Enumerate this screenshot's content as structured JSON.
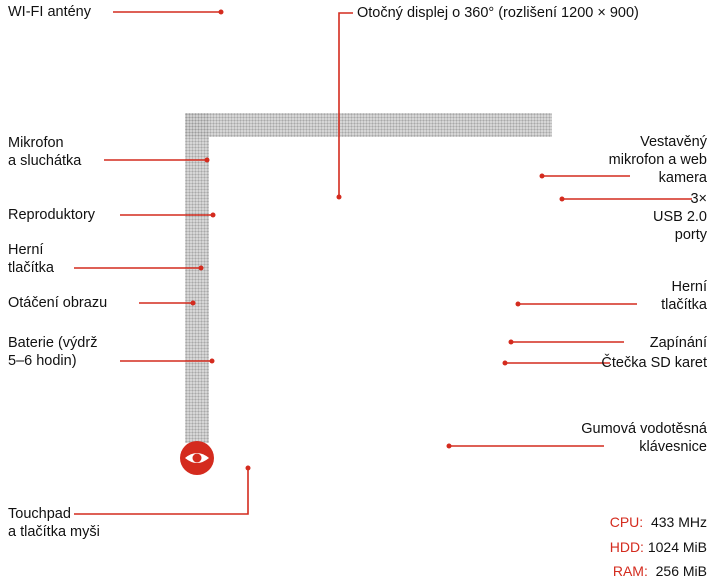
{
  "accent_color": "#d42b1e",
  "labels": {
    "wifi": "WI-FI antény",
    "display": "Otočný displej o 360° (rozlišení 1200 × 900)",
    "mic_left_1": "Mikrofon",
    "mic_left_2": "a sluchátka",
    "speakers": "Reproduktory",
    "game_left_1": "Herní",
    "game_left_2": "tlačítka",
    "rotation": "Otáčení obrazu",
    "battery_1": "Baterie (výdrž",
    "battery_2": "5–6 hodin)",
    "touchpad_1": "Touchpad",
    "touchpad_2": "a tlačítka myši",
    "webcam_1": "Vestavěný",
    "webcam_2": "mikrofon a web",
    "webcam_3": "kamera",
    "usb_1": "3×",
    "usb_2": "USB 2.0",
    "usb_3": "porty",
    "game_right_1": "Herní",
    "game_right_2": "tlačítka",
    "power": "Zapínání",
    "sd": "Čtečka SD karet",
    "keyboard_1": "Gumová vodotěsná",
    "keyboard_2": "klávesnice"
  },
  "specs": [
    {
      "key": "CPU:",
      "value": "433 MHz"
    },
    {
      "key": "HDD:",
      "value": "1024 MiB"
    },
    {
      "key": "RAM:",
      "value": "256 MiB"
    }
  ],
  "icons": {
    "logo": "eye-icon"
  }
}
